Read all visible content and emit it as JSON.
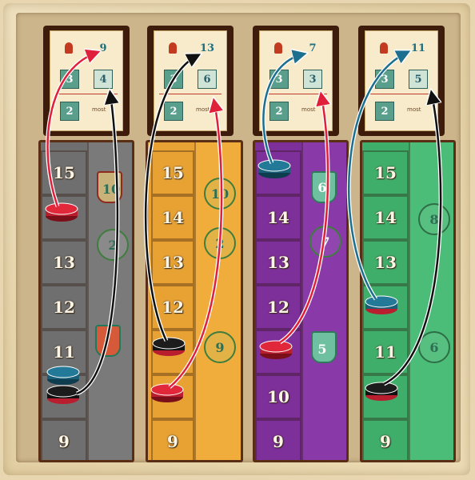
{
  "colors": {
    "gray": "#6f6f6f",
    "orange": "#e39a2b",
    "purple": "#7d2f9a",
    "green": "#3fae6a",
    "red_token": "#d8283a",
    "black_token": "#141414",
    "teal_token": "#1f6f8b",
    "arrow_red": "#e0203a",
    "arrow_black": "#111111",
    "arrow_teal": "#1d6f8f"
  },
  "columns": [
    {
      "id": "gray",
      "track_numbers": [
        "15",
        "",
        "13",
        "12",
        "11",
        "",
        "9"
      ],
      "card": {
        "peak": "9",
        "row1": [
          "3",
          "4"
        ],
        "row2": [
          "2",
          "most"
        ]
      },
      "medals": [
        "10",
        "2"
      ],
      "tokens": [
        "red",
        "teal",
        "black"
      ]
    },
    {
      "id": "orange",
      "track_numbers": [
        "15",
        "14",
        "13",
        "12",
        "",
        "",
        "9"
      ],
      "card": {
        "peak": "13",
        "row1": [
          "3",
          "6"
        ],
        "row2": [
          "2",
          "most"
        ]
      },
      "medals": [
        "10",
        "2",
        "9"
      ],
      "tokens": [
        "black",
        "red"
      ]
    },
    {
      "id": "purple",
      "track_numbers": [
        "",
        "14",
        "13",
        "12",
        "",
        "10",
        "9"
      ],
      "card": {
        "peak": "7",
        "row1": [
          "3",
          "3"
        ],
        "row2": [
          "2",
          "most"
        ]
      },
      "medals": [
        "6",
        "7",
        "5"
      ],
      "tokens": [
        "teal",
        "red"
      ]
    },
    {
      "id": "green",
      "track_numbers": [
        "15",
        "14",
        "13",
        "",
        "11",
        "",
        "9"
      ],
      "card": {
        "peak": "11",
        "row1": [
          "3",
          "5"
        ],
        "row2": [
          "2",
          "most"
        ]
      },
      "medals": [
        "8",
        "6"
      ],
      "tokens": [
        "teal",
        "black"
      ]
    }
  ]
}
